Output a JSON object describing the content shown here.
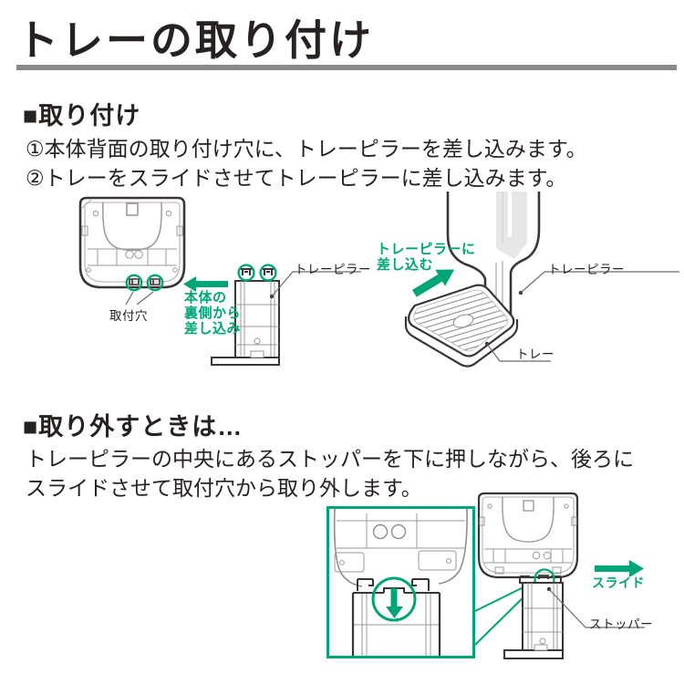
{
  "title": "トレーの取り付け",
  "colors": {
    "accent_green": "#00a577",
    "ink": "#272120",
    "rule_gray": "#8a8a8a"
  },
  "install": {
    "heading": "■取り付け",
    "steps": [
      "①本体背面の取り付け穴に、トレーピラーを差し込みます。",
      "②トレーをスライドさせてトレーピラーに差し込みます。"
    ],
    "fig": {
      "mount_holes_label": "取付穴",
      "insert_from_back_lines": [
        "本体の",
        "裏側から",
        "差し込み"
      ],
      "pillar_label_left": "トレーピラー",
      "insert_into_pillar_lines": [
        "トレーピラーに",
        "差し込む"
      ],
      "pillar_label_right": "トレーピラー",
      "tray_label": "トレー"
    }
  },
  "remove": {
    "heading": "■取り外すときは…",
    "lines": [
      "トレーピラーの中央にあるストッパーを下に押しながら、後ろに",
      "スライドさせて取付穴から取り外します。"
    ],
    "fig": {
      "slide_label": "スライド",
      "stopper_label": "ストッパー"
    }
  }
}
